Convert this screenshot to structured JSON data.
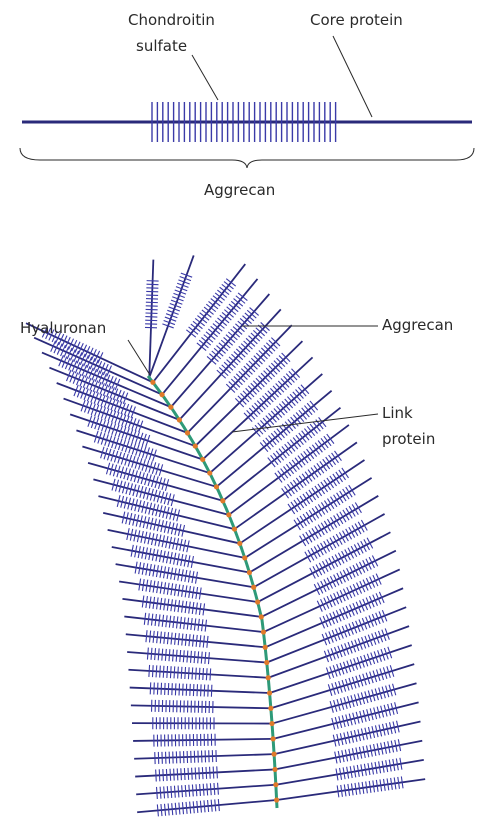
{
  "top_panel": {
    "label_chondroitin_line1": "Chondroitin",
    "label_chondroitin_line2": "sulfate",
    "label_core_protein": "Core protein",
    "label_aggrecan": "Aggrecan"
  },
  "bottom_panel": {
    "label_hyaluronan": "Hyaluronan",
    "label_aggrecan": "Aggrecan",
    "label_link_line1": "Link",
    "label_link_line2": "protein"
  },
  "colors": {
    "core_protein": "#2a2a7a",
    "chondroitin_sulfate": "#3a3aa8",
    "hyaluronan": "#2e9a78",
    "link_protein": "#e07a2a",
    "text": "#2a2a2a"
  }
}
